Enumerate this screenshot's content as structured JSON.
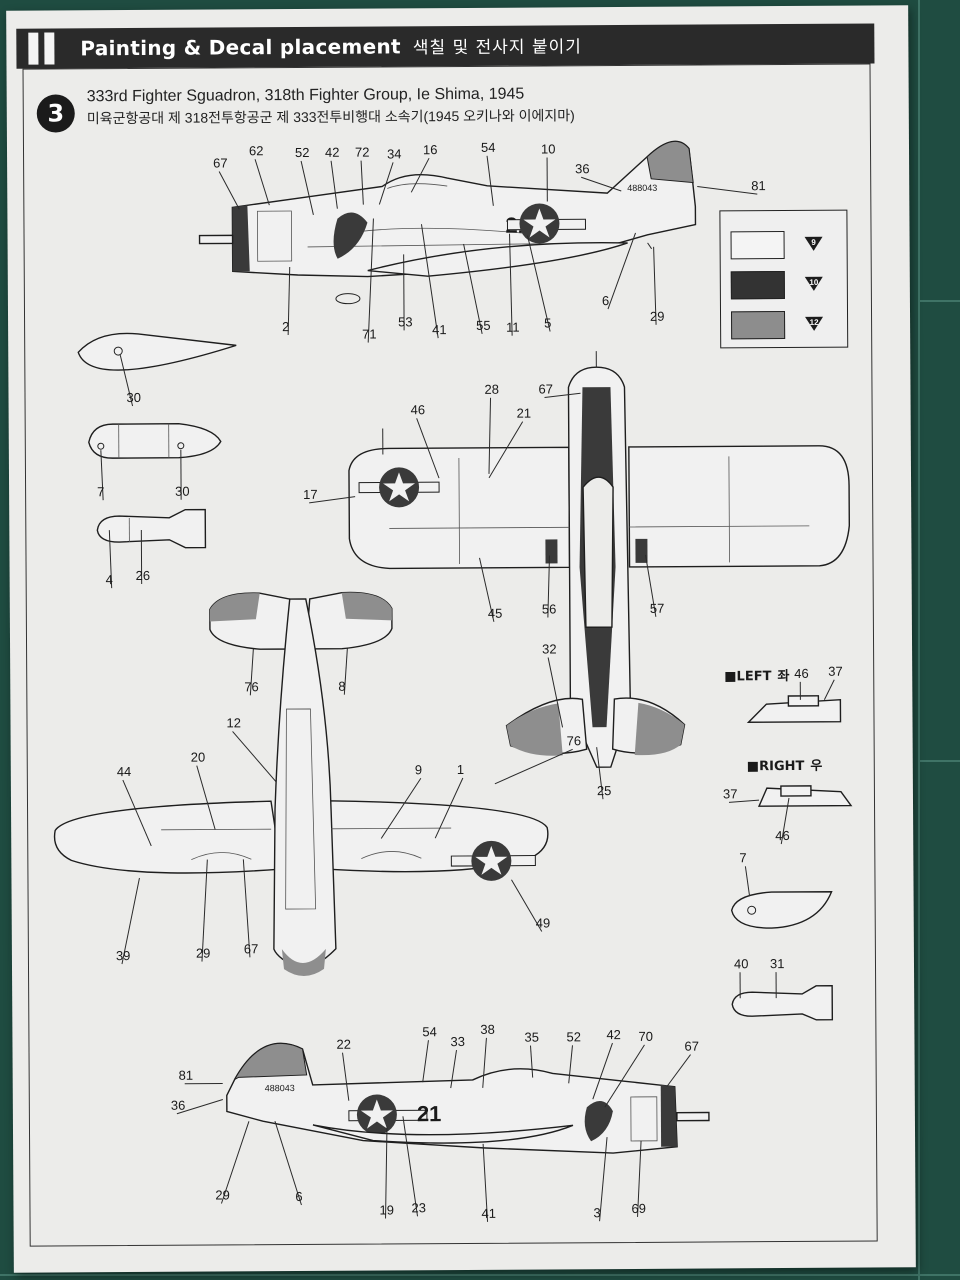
{
  "header": {
    "title": "Painting & Decal placement",
    "title_ko": "색칠 및 전사지 붙이기"
  },
  "step": {
    "number": "3",
    "caption_en": "333rd Fighter Sguadron, 318th Fighter Group, Ie Shima, 1945",
    "caption_ko": "미육군항공대 제 318전투항공군 제 333전투비행대 소속기(1945 오키나와 이에지마)"
  },
  "aircraft": {
    "serial": "488043",
    "code": "21"
  },
  "paint_legend": [
    {
      "ref": "9",
      "color": "#f4f4f4"
    },
    {
      "ref": "10",
      "color": "#333333"
    },
    {
      "ref": "12",
      "color": "#8d8d8d"
    }
  ],
  "side_views": {
    "left": {
      "label_en": "LEFT",
      "label_ko": "좌"
    },
    "right": {
      "label_en": "RIGHT",
      "label_ko": "우"
    }
  },
  "callouts": {
    "left_profile": [
      "67",
      "62",
      "52",
      "42",
      "72",
      "34",
      "16",
      "54",
      "10",
      "36",
      "81",
      "2",
      "71",
      "53",
      "41",
      "55",
      "11",
      "5",
      "6",
      "29"
    ],
    "fuel_tank": [
      "30"
    ],
    "drop_tank": [
      "7",
      "30"
    ],
    "bomb_left": [
      "4",
      "26"
    ],
    "top_view": [
      "28",
      "67",
      "46",
      "21",
      "17",
      "56",
      "57",
      "45",
      "32",
      "76",
      "25"
    ],
    "tail_view": [
      "76",
      "8",
      "12"
    ],
    "under_view": [
      "20",
      "44",
      "9",
      "1",
      "49",
      "39",
      "29",
      "67"
    ],
    "left_detail": [
      "46",
      "37"
    ],
    "right_detail": [
      "37",
      "46"
    ],
    "small_tank": [
      "7"
    ],
    "bomb_right": [
      "40",
      "31"
    ],
    "right_profile": [
      "22",
      "54",
      "33",
      "38",
      "35",
      "52",
      "42",
      "70",
      "67",
      "81",
      "36",
      "29",
      "6",
      "19",
      "23",
      "41",
      "3",
      "69"
    ]
  }
}
